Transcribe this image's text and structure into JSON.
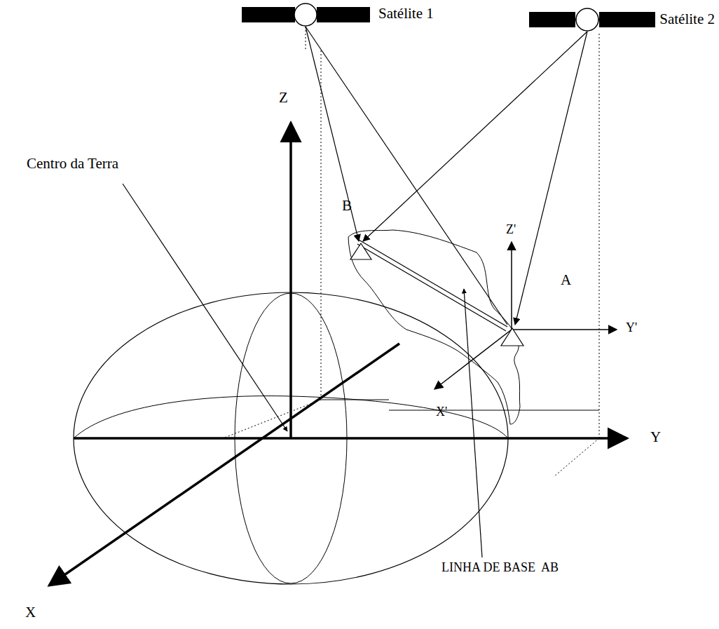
{
  "diagram": {
    "labels": [
      "Satélite 1",
      "Satélite 2",
      "Centro da Terra",
      "Z",
      "B",
      "Z'",
      "A",
      "Y'",
      "X'",
      "Y",
      "X",
      "LINHA DE BASE  AB"
    ]
  }
}
